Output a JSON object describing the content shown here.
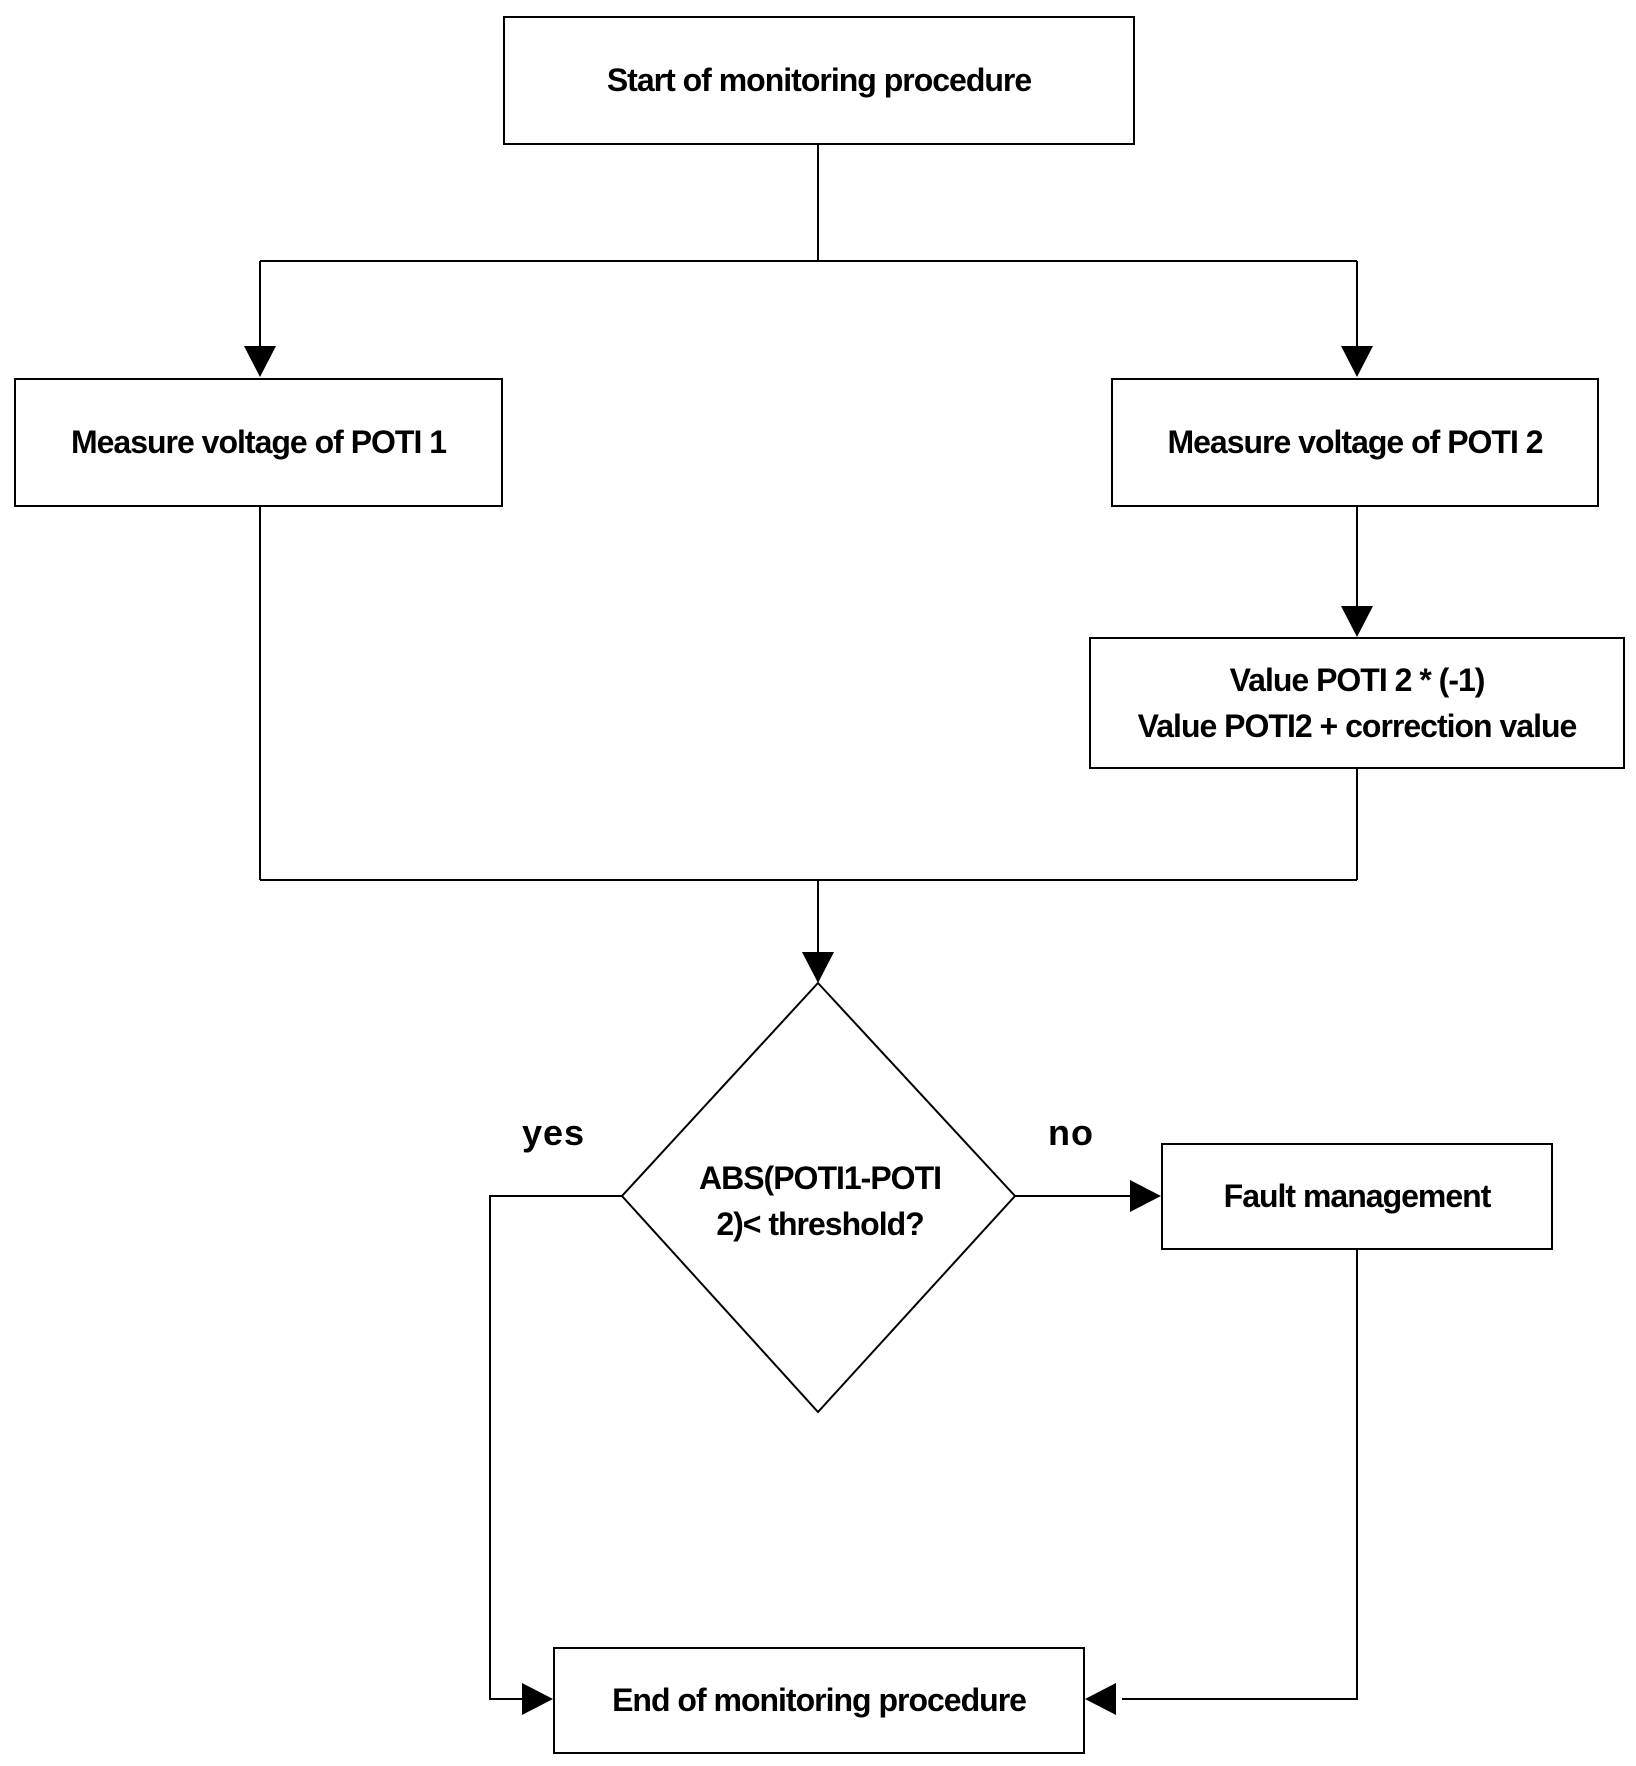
{
  "diagram": {
    "nodes": {
      "start": "Start of monitoring procedure",
      "measure_poti1": "Measure voltage of POTI 1",
      "measure_poti2": "Measure voltage of POTI 2",
      "correction": {
        "line1": "Value POTI 2 * (-1)",
        "line2": "Value POTI2 + correction value"
      },
      "decision": {
        "line1": "ABS(POTI1-POTI",
        "line2": "2)< threshold?"
      },
      "fault": "Fault management",
      "end": "End of monitoring procedure"
    },
    "labels": {
      "yes": "yes",
      "no": "no"
    },
    "colors": {
      "stroke": "#000000",
      "fill": "#ffffff",
      "text": "#000000"
    }
  }
}
